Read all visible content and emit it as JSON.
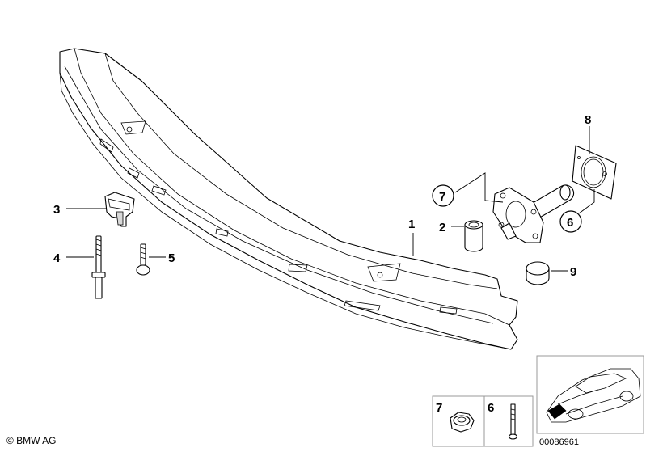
{
  "callouts": {
    "c1": "1",
    "c2": "2",
    "c3": "3",
    "c4": "4",
    "c5": "5",
    "c6": "6",
    "c7": "7",
    "c8": "8",
    "c9": "9",
    "box_7": "7",
    "box_6": "6"
  },
  "footer": {
    "copyright": "© BMW AG",
    "document_number": "00086961"
  }
}
